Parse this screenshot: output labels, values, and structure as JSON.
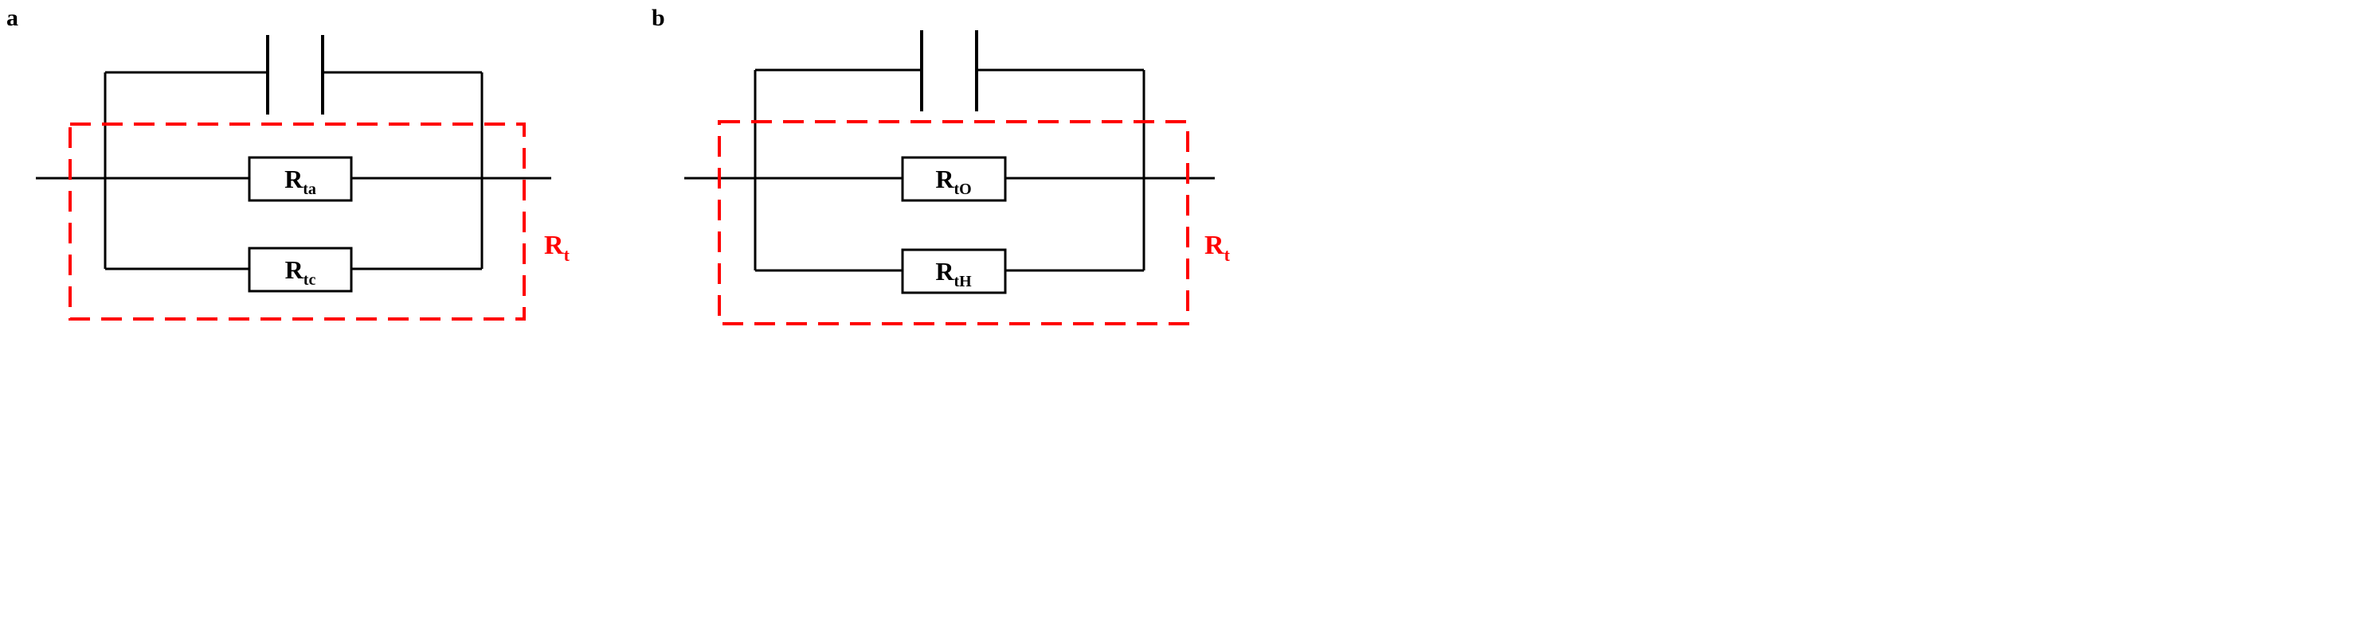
{
  "colors": {
    "wire": "#000000",
    "highlight": "#ff0000"
  },
  "panels": [
    {
      "label": "a",
      "resistors": [
        {
          "main": "R",
          "sub": "ta"
        },
        {
          "main": "R",
          "sub": "tc"
        }
      ],
      "group_label": {
        "main": "R",
        "sub": "t"
      }
    },
    {
      "label": "b",
      "resistors": [
        {
          "main": "R",
          "sub": "tO"
        },
        {
          "main": "R",
          "sub": "tH"
        }
      ],
      "group_label": {
        "main": "R",
        "sub": "t"
      }
    }
  ]
}
